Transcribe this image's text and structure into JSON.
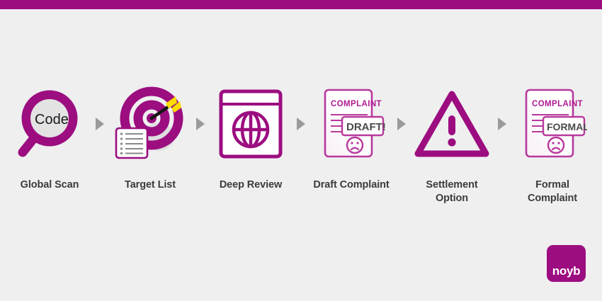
{
  "theme": {
    "brand_magenta": "#9c0d80",
    "background": "#efeff0",
    "label_color": "#3b3b3b",
    "arrow_color": "#9a9a9a",
    "accent_yellow": "#ffdd00"
  },
  "top_bar": {
    "color": "#9c0d80"
  },
  "flow": {
    "steps": [
      {
        "id": "global-scan",
        "label": "Global Scan",
        "icon": "magnifying-glass-icon",
        "icon_text": "Code"
      },
      {
        "id": "target-list",
        "label": "Target List",
        "icon": "target-with-arrow-and-checklist-icon",
        "checklist_rows": 5
      },
      {
        "id": "deep-review",
        "label": "Deep Review",
        "icon": "browser-window-globe-icon"
      },
      {
        "id": "draft-complaint",
        "label": "Draft Complaint",
        "icon": "complaint-document-draft-icon",
        "document_title": "COMPLAINT",
        "stamp_text": "DRAFT!",
        "face": "sad-face-icon"
      },
      {
        "id": "settlement-option",
        "label": "Settlement Option",
        "icon": "warning-triangle-icon"
      },
      {
        "id": "formal-complaint",
        "label": "Formal Complaint",
        "icon": "complaint-document-formal-icon",
        "document_title": "COMPLAINT",
        "stamp_text": "FORMAL",
        "face": "sad-face-icon"
      }
    ],
    "separator_icon": "arrow-right-icon"
  },
  "logo": {
    "text": "noyb"
  }
}
